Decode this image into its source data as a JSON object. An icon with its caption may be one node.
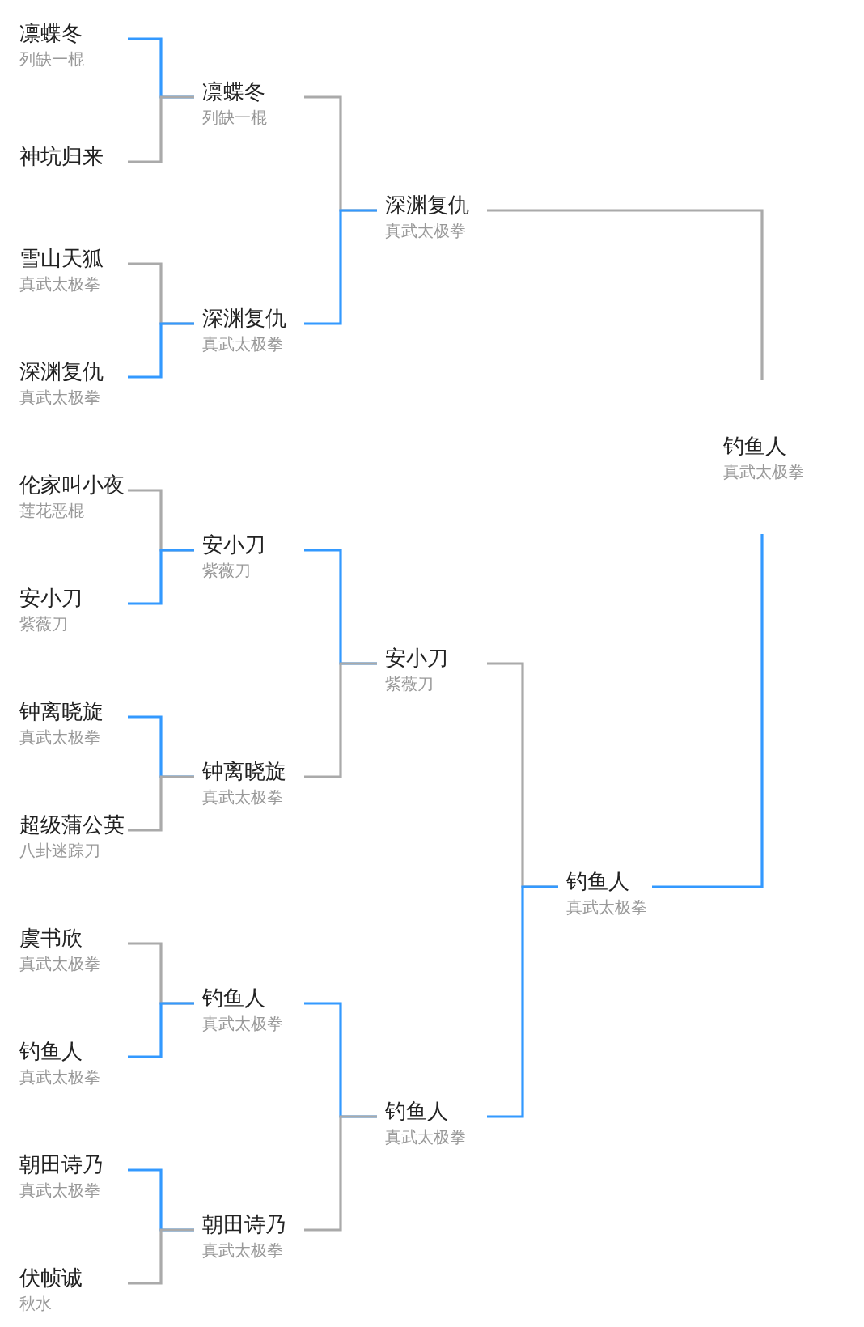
{
  "diagram": {
    "nodes": [
      {
        "text": [
          "凛蝶冬",
          "列缺一棍"
        ]
      },
      {
        "text": [
          "神坑归来"
        ]
      },
      {
        "text": [
          "雪山天狐",
          "真武太极拳"
        ]
      },
      {
        "text": [
          "深渊复仇",
          "真武太极拳"
        ]
      },
      {
        "text": [
          "伦家叫小夜",
          "莲花恶棍"
        ]
      },
      {
        "text": [
          "安小刀",
          "紫薇刀"
        ]
      },
      {
        "text": [
          "钟离晓旋",
          "真武太极拳"
        ]
      },
      {
        "text": [
          "超级蒲公英",
          "八卦迷踪刀"
        ]
      },
      {
        "text": [
          "虞书欣",
          "真武太极拳"
        ]
      },
      {
        "text": [
          "钓鱼人",
          "真武太极拳"
        ]
      },
      {
        "text": [
          "朝田诗乃",
          "真武太极拳"
        ]
      },
      {
        "text": [
          "伏帧诚",
          "秋水"
        ]
      },
      {
        "text": [
          "凛蝶冬",
          "列缺一棍"
        ]
      },
      {
        "text": [
          "深渊复仇",
          "真武太极拳"
        ]
      },
      {
        "text": [
          "安小刀",
          "紫薇刀"
        ]
      },
      {
        "text": [
          "钟离晓旋",
          "真武太极拳"
        ]
      },
      {
        "text": [
          "钓鱼人",
          "真武太极拳"
        ]
      },
      {
        "text": [
          "朝田诗乃",
          "真武太极拳"
        ]
      },
      {
        "text": [
          "深渊复仇",
          "真武太极拳"
        ]
      },
      {
        "text": [
          "安小刀",
          "紫薇刀"
        ]
      },
      {
        "text": [
          "钓鱼人",
          "真武太极拳"
        ]
      },
      {
        "text": [
          "钓鱼人",
          "真武太极拳"
        ]
      },
      {
        "text": [
          "钓鱼人",
          "真武太极拳"
        ]
      }
    ],
    "edges": [
      {
        "from": 0,
        "to": 12,
        "arrow": "none",
        "color": "#3399ff"
      },
      {
        "from": 1,
        "to": 12,
        "arrow": "none",
        "color": "#aaaaaa"
      },
      {
        "from": 2,
        "to": 13,
        "arrow": "none",
        "color": "#aaaaaa"
      },
      {
        "from": 3,
        "to": 13,
        "arrow": "none",
        "color": "#3399ff"
      },
      {
        "from": 4,
        "to": 14,
        "arrow": "none",
        "color": "#aaaaaa"
      },
      {
        "from": 5,
        "to": 14,
        "arrow": "none",
        "color": "#3399ff"
      },
      {
        "from": 6,
        "to": 15,
        "arrow": "none",
        "color": "#3399ff"
      },
      {
        "from": 7,
        "to": 15,
        "arrow": "none",
        "color": "#aaaaaa"
      },
      {
        "from": 8,
        "to": 16,
        "arrow": "none",
        "color": "#aaaaaa"
      },
      {
        "from": 9,
        "to": 16,
        "arrow": "none",
        "color": "#3399ff"
      },
      {
        "from": 10,
        "to": 17,
        "arrow": "none",
        "color": "#3399ff"
      },
      {
        "from": 11,
        "to": 17,
        "arrow": "none",
        "color": "#aaaaaa"
      },
      {
        "from": 12,
        "to": 18,
        "arrow": "none",
        "color": "#aaaaaa"
      },
      {
        "from": 13,
        "to": 18,
        "arrow": "none",
        "color": "#3399ff"
      },
      {
        "from": 14,
        "to": 19,
        "arrow": "none",
        "color": "#3399ff"
      },
      {
        "from": 15,
        "to": 19,
        "arrow": "none",
        "color": "#aaaaaa"
      },
      {
        "from": 16,
        "to": 20,
        "arrow": "none",
        "color": "#3399ff"
      },
      {
        "from": 17,
        "to": 20,
        "arrow": "none",
        "color": "#aaaaaa"
      },
      {
        "from": 18,
        "to": 22,
        "arrow": "none",
        "color": "#aaaaaa"
      },
      {
        "from": 19,
        "to": 21,
        "arrow": "none",
        "color": "#aaaaaa"
      },
      {
        "from": 20,
        "to": 21,
        "arrow": "none",
        "color": "#3399ff"
      },
      {
        "from": 21,
        "to": 22,
        "arrow": "none",
        "color": "#3399ff"
      }
    ]
  }
}
